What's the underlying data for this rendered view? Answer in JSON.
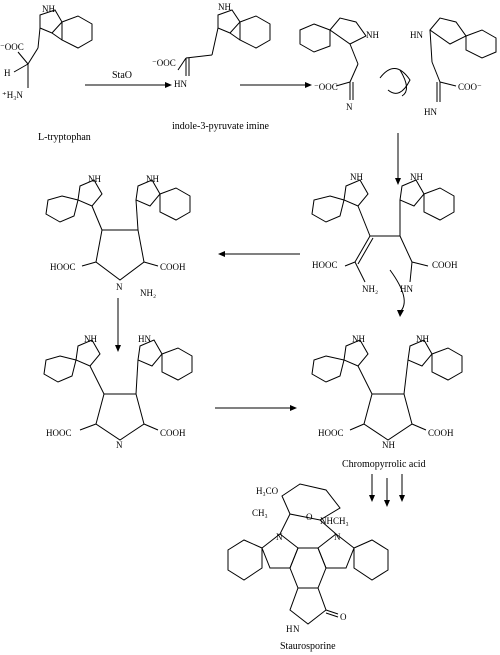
{
  "labels": {
    "l_tryptophan": "L-tryptophan",
    "enzyme": "StaO",
    "indole_imine": "indole-3-pyruvate imine",
    "chromopyrrolic": "Chromopyrrolic acid",
    "staurosporine": "Staurosporine"
  },
  "atoms": {
    "nh": "NH",
    "h": "H",
    "n": "N",
    "coo_minus_left": "⁻OOC",
    "coo_minus_right": "COO⁻",
    "coo_minus_top": "⁻OOC",
    "h3n": "⁺H₃N",
    "h_stereo": "H",
    "hooc": "HOOC",
    "cooh": "COOH",
    "hn": "HN",
    "nh2": "NH₂",
    "h3co": "H₃CO",
    "ch3": "CH₃",
    "nhch3": "NHCH₃",
    "o": "O",
    "dot": "·"
  }
}
